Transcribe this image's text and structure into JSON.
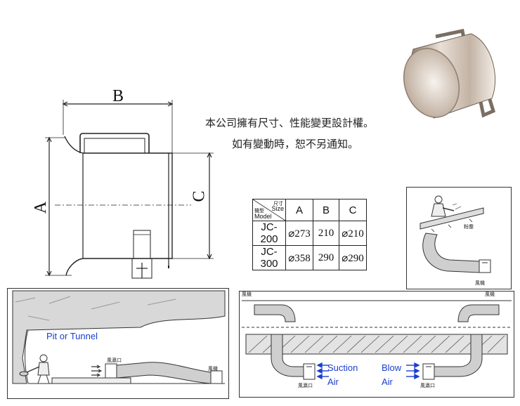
{
  "drawing": {
    "dim_a": "A",
    "dim_b": "B",
    "dim_c": "C"
  },
  "notice": {
    "line1": "本公司擁有尺寸、性能變更設計權。",
    "line2": "如有變動時，恕不另通知。"
  },
  "spec_table": {
    "corner_size_cn": "尺寸",
    "corner_size_en": "Size",
    "corner_model_cn": "機型",
    "corner_model_en": "Model",
    "headers": [
      "A",
      "B",
      "C"
    ],
    "rows": [
      {
        "model": "JC-200",
        "a": "⌀273",
        "b": "210",
        "c": "⌀210"
      },
      {
        "model": "JC-300",
        "a": "⌀358",
        "b": "290",
        "c": "⌀290"
      }
    ]
  },
  "scene_tunnel": {
    "label": "Pit or Tunnel",
    "outlet_label": "風瀛口",
    "fan_label": "風機"
  },
  "scene_welder": {
    "outlet_label": "粉塵",
    "fan_label": "風機"
  },
  "scene_duct": {
    "top_left_label": "風機",
    "top_right_label": "風機",
    "suction_label_1": "Suction",
    "suction_label_2": "Air",
    "blow_label_1": "Blow",
    "blow_label_2": "Air",
    "left_fan_label": "風瀛口",
    "right_fan_label": "風瀛口"
  },
  "colors": {
    "accent_blue": "#1a3ecf",
    "line": "#222222",
    "duct_fill": "#cfcfcf"
  }
}
